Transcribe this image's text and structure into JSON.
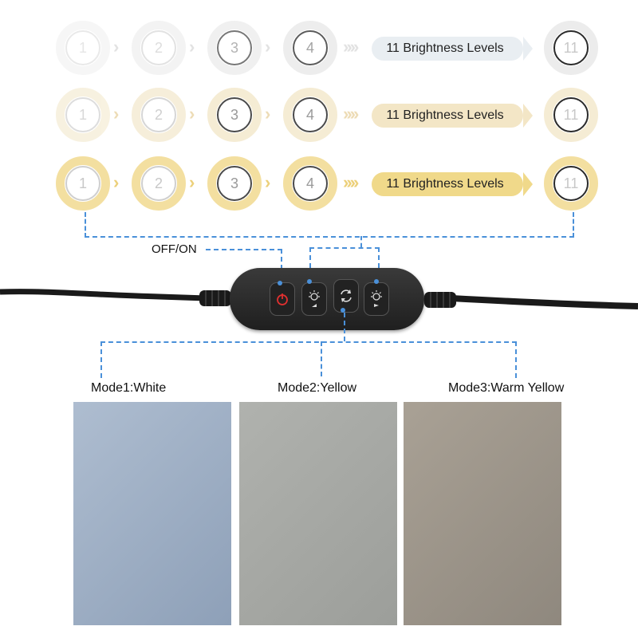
{
  "rows": [
    {
      "mode": "white",
      "numbers": [
        "1",
        "2",
        "3",
        "4"
      ],
      "last": "11",
      "pill_text": "11 Brightness Levels",
      "ring_color": "#ececec",
      "pill_color": "#e9eef2",
      "arrow_color": "#e2e2e2"
    },
    {
      "mode": "yellow",
      "numbers": [
        "1",
        "2",
        "3",
        "4"
      ],
      "last": "11",
      "pill_text": "11 Brightness Levels",
      "ring_color": "#f5ecd4",
      "pill_color": "#f3e6c6",
      "arrow_color": "#eddcb6"
    },
    {
      "mode": "warm-yellow",
      "numbers": [
        "1",
        "2",
        "3",
        "4"
      ],
      "last": "11",
      "pill_text": "11 Brightness Levels",
      "ring_color": "#f3dfa0",
      "pill_color": "#f0d98a",
      "arrow_color": "#ecd07a"
    }
  ],
  "controller": {
    "off_on_label": "OFF/ON",
    "buttons": [
      {
        "name": "power-button",
        "icon": "power-icon"
      },
      {
        "name": "brightness-down-button",
        "icon": "sun-down-icon"
      },
      {
        "name": "mode-switch-button",
        "icon": "cycle-icon"
      },
      {
        "name": "brightness-up-button",
        "icon": "sun-up-icon"
      }
    ]
  },
  "modes": {
    "mode1": "Mode1:White",
    "mode2": "Mode2:Yellow",
    "mode3": "Mode3:Warm Yellow"
  },
  "colors": {
    "accent_dash": "#4a90d9",
    "power_accent": "#e03030",
    "controller_body": "#2b2b2b"
  }
}
